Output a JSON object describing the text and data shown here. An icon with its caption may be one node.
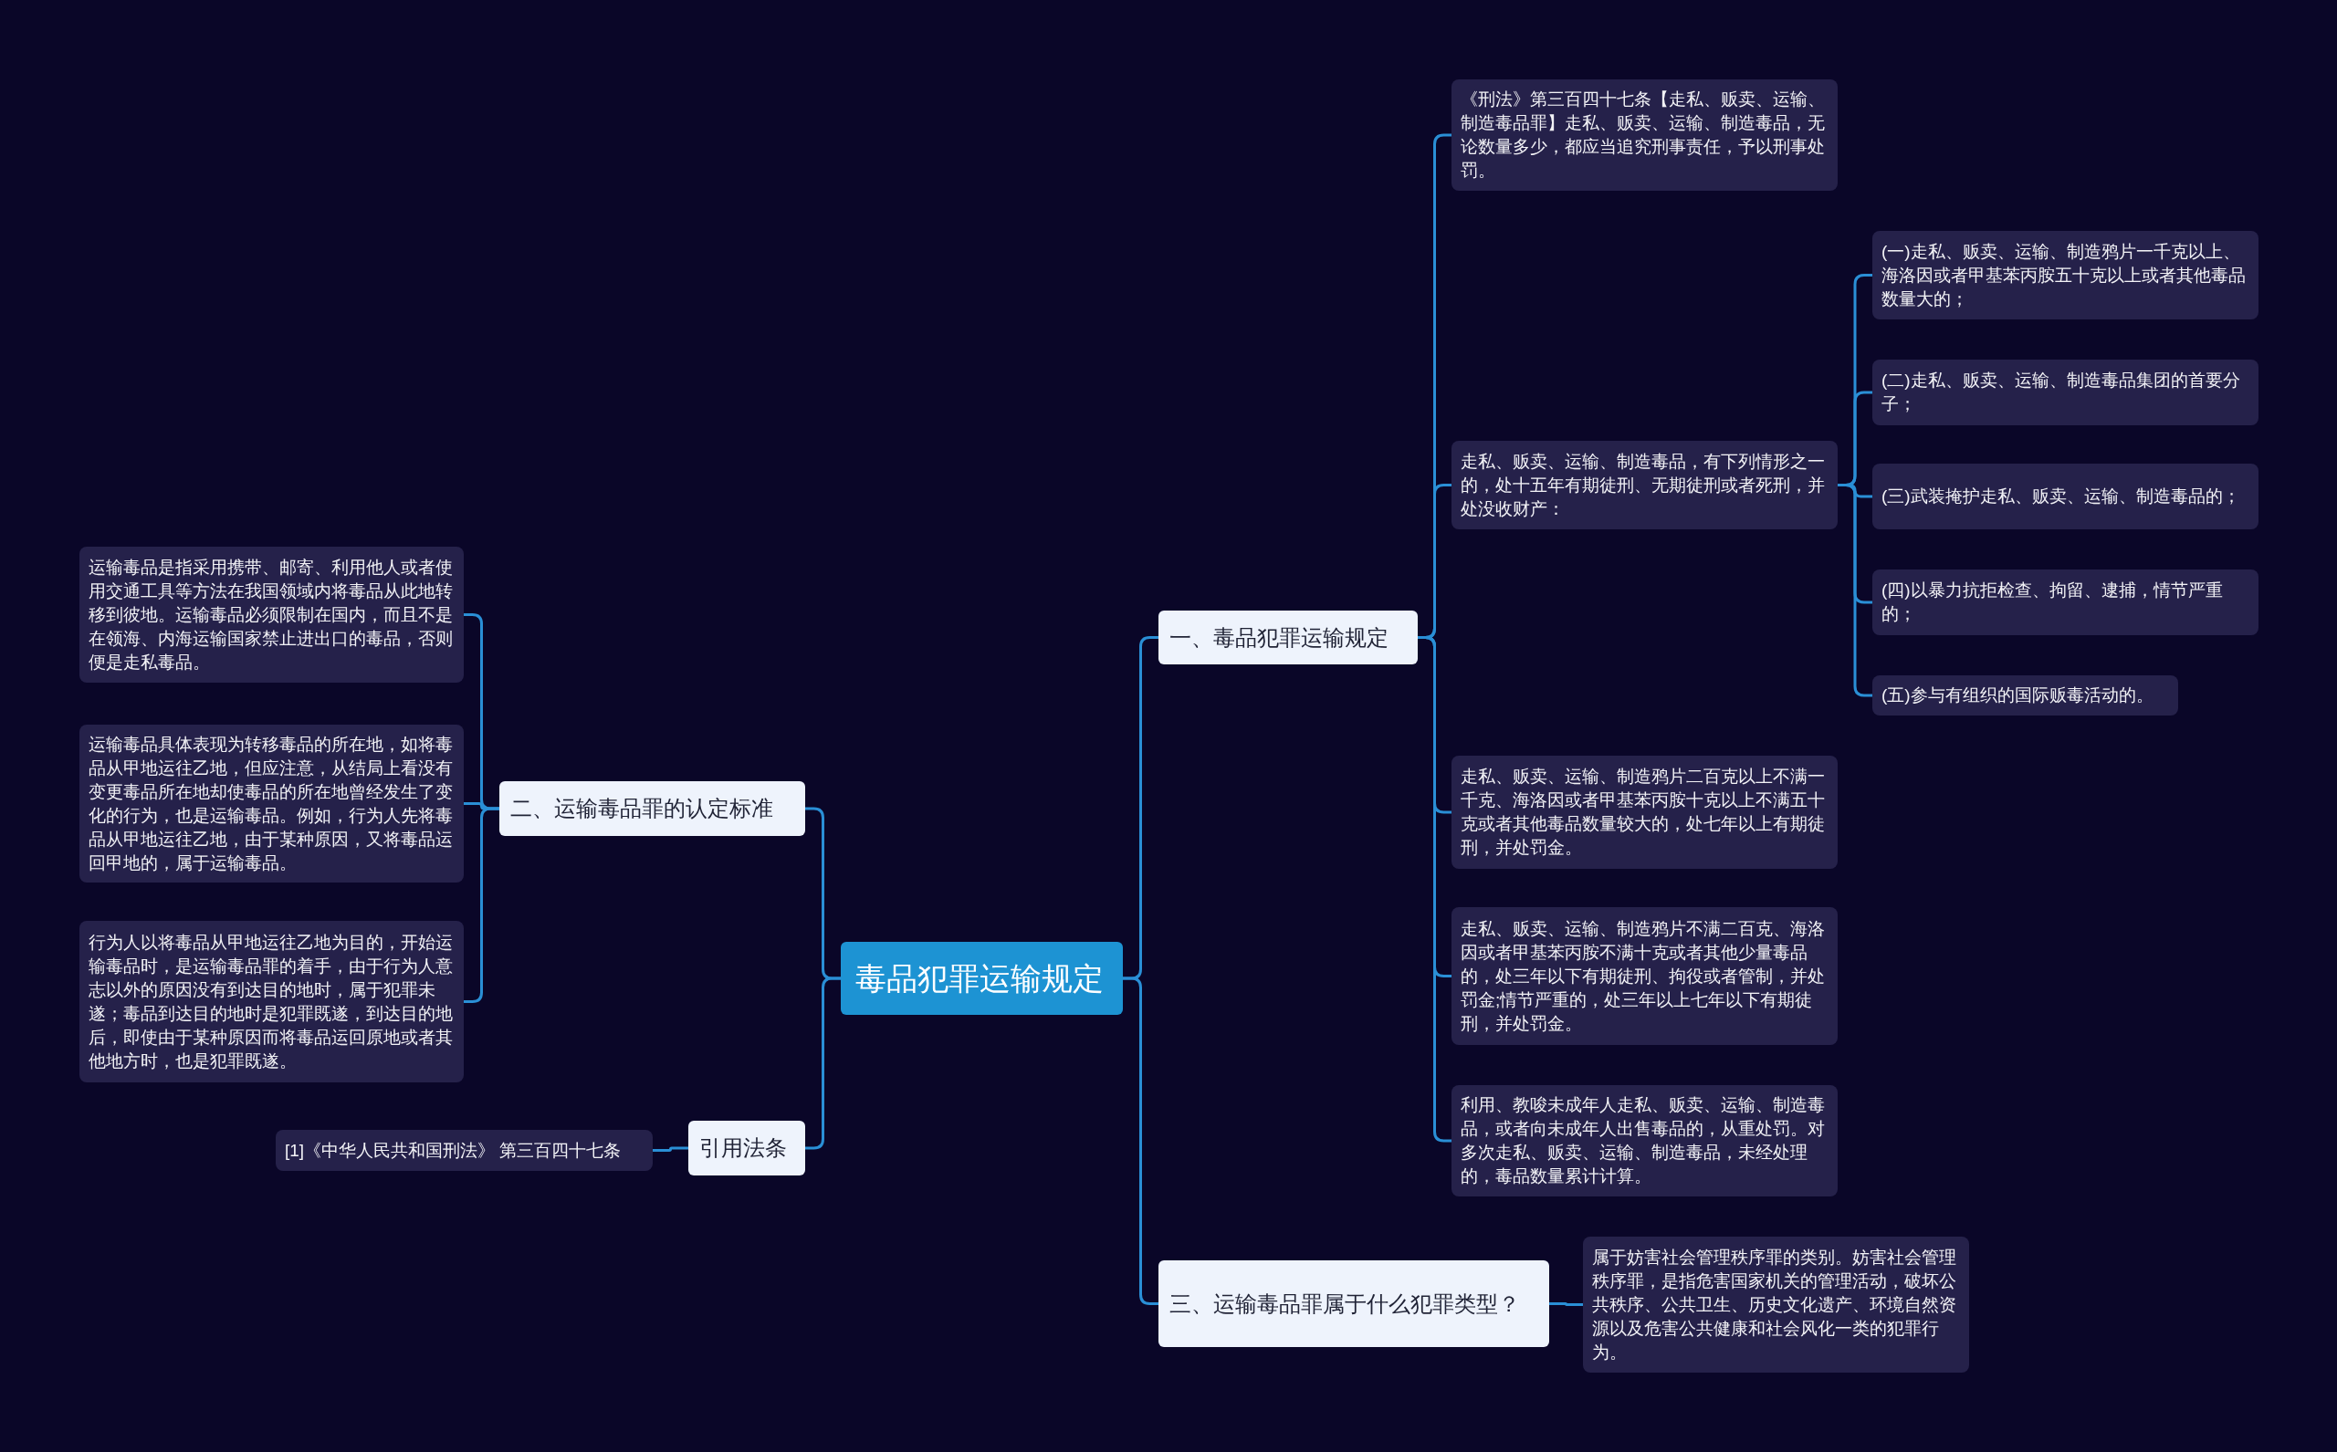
{
  "diagram": {
    "nodes": [
      {
        "text": [
          "毒品犯罪运输规定"
        ]
      },
      {
        "text": [
          "一、毒品犯罪运输规定"
        ]
      },
      {
        "text": [
          "《刑法》第三百四十七条【走私、贩卖、运输、制造毒品罪】走私、贩卖、运输、制造毒品，无论数量多少，都应当追究刑事责任，予以刑事处罚。"
        ]
      },
      {
        "text": [
          "走私、贩卖、运输、制造毒品，有下列情形之一的，处十五年有期徒刑、无期徒刑或者死刑，并处没收财产："
        ]
      },
      {
        "text": [
          "(一)走私、贩卖、运输、制造鸦片一千克以上、海洛因或者甲基苯丙胺五十克以上或者其他毒品数量大的；"
        ]
      },
      {
        "text": [
          "(二)走私、贩卖、运输、制造毒品集团的首要分子；"
        ]
      },
      {
        "text": [
          "(三)武装掩护走私、贩卖、运输、制造毒品的；"
        ]
      },
      {
        "text": [
          "(四)以暴力抗拒检查、拘留、逮捕，情节严重的；"
        ]
      },
      {
        "text": [
          "(五)参与有组织的国际贩毒活动的。"
        ]
      },
      {
        "text": [
          "走私、贩卖、运输、制造鸦片二百克以上不满一千克、海洛因或者甲基苯丙胺十克以上不满五十克或者其他毒品数量较大的，处七年以上有期徒刑，并处罚金。"
        ]
      },
      {
        "text": [
          "走私、贩卖、运输、制造鸦片不满二百克、海洛因或者甲基苯丙胺不满十克或者其他少量毒品的，处三年以下有期徒刑、拘役或者管制，并处罚金;情节严重的，处三年以上七年以下有期徒刑，并处罚金。"
        ]
      },
      {
        "text": [
          "利用、教唆未成年人走私、贩卖、运输、制造毒品，或者向未成年人出售毒品的，从重处罚。对多次走私、贩卖、运输、制造毒品，未经处理的，毒品数量累计计算。"
        ]
      },
      {
        "text": [
          "三、运输毒品罪属于什么犯罪类型？"
        ]
      },
      {
        "text": [
          "属于妨害社会管理秩序罪的类别。妨害社会管理秩序罪，是指危害国家机关的管理活动，破坏公共秩序、公共卫生、历史文化遗产、环境自然资源以及危害公共健康和社会风化一类的犯罪行为。"
        ]
      },
      {
        "text": [
          "二、运输毒品罪的认定标准"
        ]
      },
      {
        "text": [
          "运输毒品是指采用携带、邮寄、利用他人或者使用交通工具等方法在我国领域内将毒品从此地转移到彼地。运输毒品必须限制在国内，而且不是在领海、内海运输国家禁止进出口的毒品，否则便是走私毒品。"
        ]
      },
      {
        "text": [
          "运输毒品具体表现为转移毒品的所在地，如将毒品从甲地运往乙地，但应注意，从结局上看没有变更毒品所在地却使毒品的所在地曾经发生了变化的行为，也是运输毒品。例如，行为人先将毒品从甲地运往乙地，由于某种原因，又将毒品运回甲地的，属于运输毒品。"
        ]
      },
      {
        "text": [
          "行为人以将毒品从甲地运往乙地为目的，开始运输毒品时，是运输毒品罪的着手，由于行为人意志以外的原因没有到达目的地时，属于犯罪未遂；毒品到达目的地时是犯罪既遂，到达目的地后，即使由于某种原因而将毒品运回原地或者其他地方时，也是犯罪既遂。"
        ]
      },
      {
        "text": [
          "引用法条"
        ]
      },
      {
        "text": [
          "[1]《中华人民共和国刑法》 第三百四十七条"
        ]
      }
    ],
    "edges": [
      {
        "from": 0,
        "to": 1,
        "arrow": "none"
      },
      {
        "from": 0,
        "to": 12,
        "arrow": "none"
      },
      {
        "from": 0,
        "to": 14,
        "arrow": "none"
      },
      {
        "from": 0,
        "to": 18,
        "arrow": "none"
      },
      {
        "from": 1,
        "to": 2,
        "arrow": "none"
      },
      {
        "from": 1,
        "to": 3,
        "arrow": "none"
      },
      {
        "from": 1,
        "to": 9,
        "arrow": "none"
      },
      {
        "from": 1,
        "to": 10,
        "arrow": "none"
      },
      {
        "from": 1,
        "to": 11,
        "arrow": "none"
      },
      {
        "from": 3,
        "to": 4,
        "arrow": "none"
      },
      {
        "from": 3,
        "to": 5,
        "arrow": "none"
      },
      {
        "from": 3,
        "to": 6,
        "arrow": "none"
      },
      {
        "from": 3,
        "to": 7,
        "arrow": "none"
      },
      {
        "from": 3,
        "to": 8,
        "arrow": "none"
      },
      {
        "from": 12,
        "to": 13,
        "arrow": "none"
      },
      {
        "from": 14,
        "to": 15,
        "arrow": "none"
      },
      {
        "from": 14,
        "to": 16,
        "arrow": "none"
      },
      {
        "from": 14,
        "to": 17,
        "arrow": "none"
      },
      {
        "from": 18,
        "to": 19,
        "arrow": "none"
      }
    ]
  }
}
